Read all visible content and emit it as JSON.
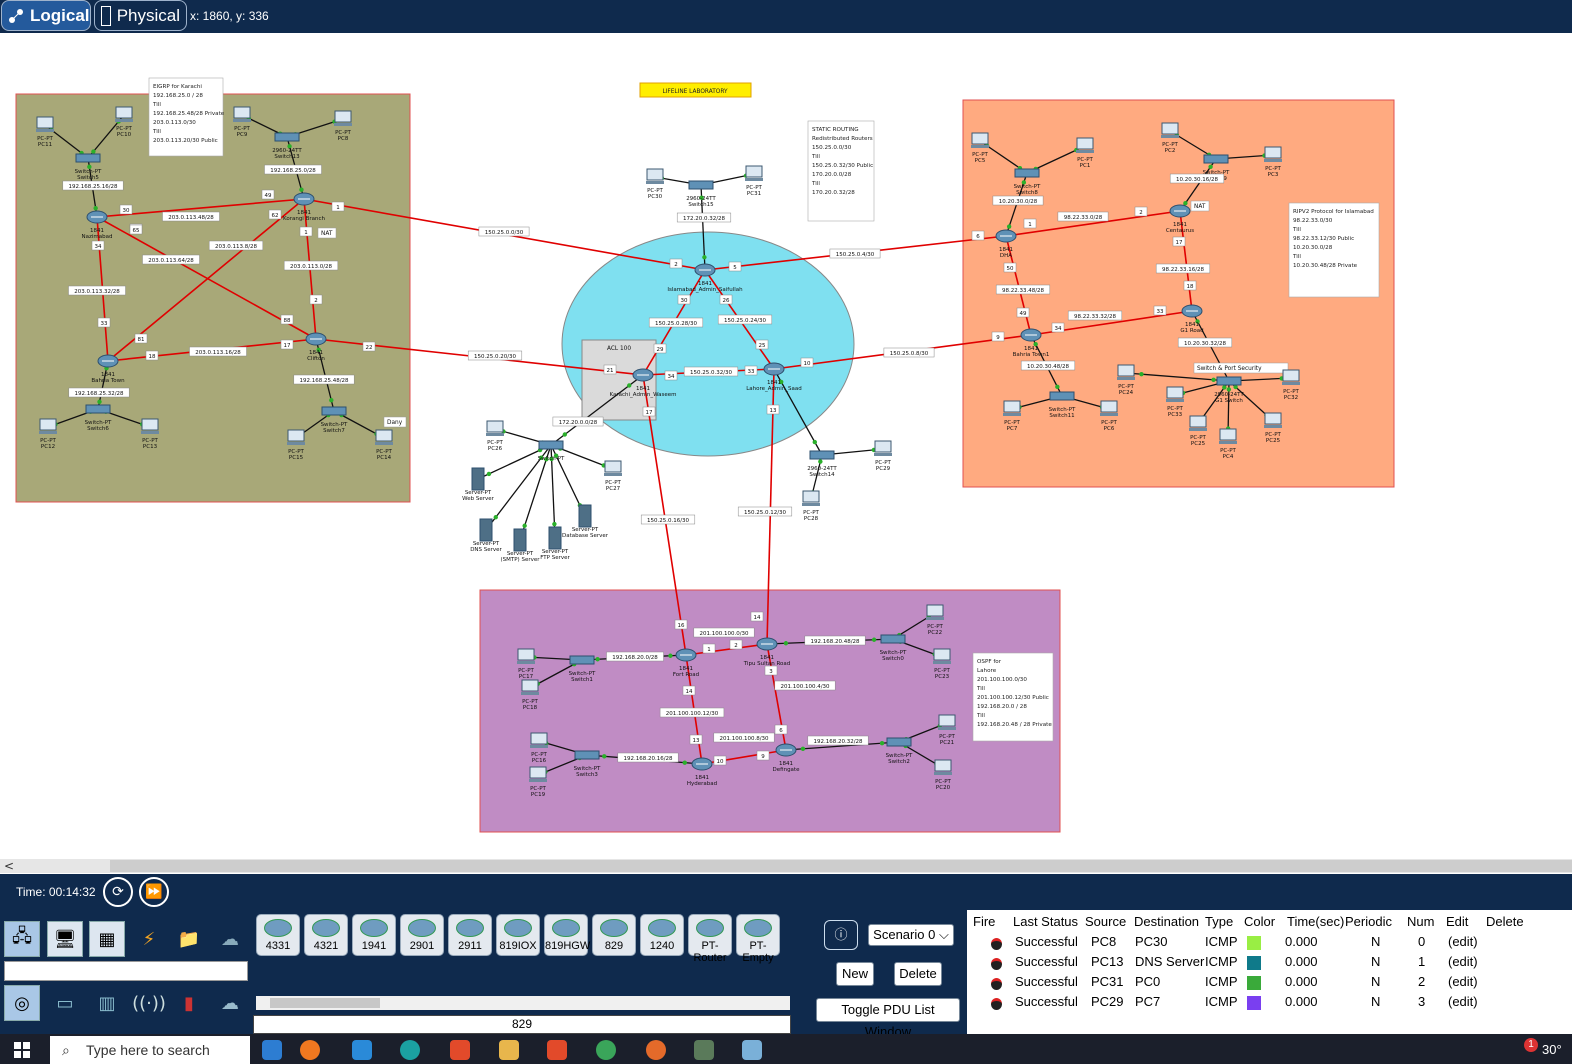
{
  "toolbar": {
    "logical_label": "Logical",
    "physical_label": "Physical",
    "cursor_coords": "x: 1860, y: 336"
  },
  "regions": {
    "karachi_note": [
      "EIGRP for Karachi",
      "192.168.25.0 / 28",
      "Till",
      "192.168.25.48/28 Private",
      "203.0.113.0/30",
      "Till",
      "203.0.113.20/30 Public"
    ],
    "lifeline": "LIFELINE LABORATORY",
    "static_note": [
      "STATIC ROUTING",
      "Redistributed Routers",
      "150.25.0.0/30",
      "Till",
      "150.25.0.32/30 Public",
      "170.20.0.0/28",
      "Till",
      "170.20.0.32/28"
    ],
    "rip_note": [
      "RIPV2 Protocol for  Islamabad",
      "98.22.33.0/30",
      "Till",
      "98.22.33.12/30 Public",
      "10.20.30.0/28",
      "Till",
      "10.20.30.48/28 Private"
    ],
    "ospf_note": [
      "OSPF for",
      " Lahore",
      "201.100.100.0/30",
      "Till",
      "201.100.100.12/30 Public",
      "192.168.20.0 / 28",
      "Till",
      "192.168.20.48  / 28  Private"
    ],
    "acl_label": "ACL 100",
    "nat_label": "NAT",
    "dany_label": "Dany",
    "switch_port_security": "Switch & Port Security"
  },
  "devices": [
    {
      "label": "PC-PT",
      "sub": "PC11",
      "kind": "pc"
    },
    {
      "label": "PC-PT",
      "sub": "PC10",
      "kind": "pc"
    },
    {
      "label": "Switch-PT",
      "sub": "Switch5",
      "kind": "switch"
    },
    {
      "label": "PC-PT",
      "sub": "PC9",
      "kind": "pc"
    },
    {
      "label": "2960-24TT",
      "sub": "Switch13",
      "kind": "switch"
    },
    {
      "label": "PC-PT",
      "sub": "PC8",
      "kind": "pc"
    },
    {
      "label": "1841",
      "sub": "Nazimabad",
      "kind": "router"
    },
    {
      "label": "1841",
      "sub": "Korangi Branch",
      "kind": "router"
    },
    {
      "label": "1841",
      "sub": "Clifton",
      "kind": "router"
    },
    {
      "label": "1841",
      "sub": "Bahria Town",
      "kind": "router"
    },
    {
      "label": "Switch-PT",
      "sub": "Switch6",
      "kind": "switch"
    },
    {
      "label": "PC-PT",
      "sub": "PC12",
      "kind": "pc"
    },
    {
      "label": "PC-PT",
      "sub": "PC13",
      "kind": "pc"
    },
    {
      "label": "Switch-PT",
      "sub": "Switch7",
      "kind": "switch"
    },
    {
      "label": "PC-PT",
      "sub": "PC15",
      "kind": "pc"
    },
    {
      "label": "PC-PT",
      "sub": "PC14",
      "kind": "pc"
    },
    {
      "label": "PC-PT",
      "sub": "PC30",
      "kind": "pc"
    },
    {
      "label": "2960-24TT",
      "sub": "Switch15",
      "kind": "switch"
    },
    {
      "label": "PC-PT",
      "sub": "PC31",
      "kind": "pc"
    },
    {
      "label": "1841",
      "sub": "Islamabad_Admin_Saifullah",
      "kind": "router"
    },
    {
      "label": "1841",
      "sub": "Karachi_Admin_Waseem",
      "kind": "router"
    },
    {
      "label": "1841",
      "sub": "Lahore_Admin_Saad",
      "kind": "router"
    },
    {
      "label": "PC-PT",
      "sub": "PC26",
      "kind": "pc"
    },
    {
      "label": "Switch-PT",
      "sub": "",
      "kind": "switch"
    },
    {
      "label": "PC-PT",
      "sub": "PC27",
      "kind": "pc"
    },
    {
      "label": "Server-PT",
      "sub": "Web Server",
      "kind": "server"
    },
    {
      "label": "Server-PT",
      "sub": "DNS Server",
      "kind": "server"
    },
    {
      "label": "Server-PT",
      "sub": "(SMTP) Server",
      "kind": "server"
    },
    {
      "label": "Server-PT",
      "sub": "FTP Server",
      "kind": "server"
    },
    {
      "label": "Server-PT",
      "sub": "Database Server",
      "kind": "server"
    },
    {
      "label": "2960-24TT",
      "sub": "Switch14",
      "kind": "switch"
    },
    {
      "label": "PC-PT",
      "sub": "PC29",
      "kind": "pc"
    },
    {
      "label": "PC-PT",
      "sub": "PC28",
      "kind": "pc"
    },
    {
      "label": "PC-PT",
      "sub": "PC5",
      "kind": "pc"
    },
    {
      "label": "PC-PT",
      "sub": "PC1",
      "kind": "pc"
    },
    {
      "label": "Switch-PT",
      "sub": "Switch8",
      "kind": "switch"
    },
    {
      "label": "PC-PT",
      "sub": "PC2",
      "kind": "pc"
    },
    {
      "label": "Switch-PT",
      "sub": "Switch9",
      "kind": "switch"
    },
    {
      "label": "PC-PT",
      "sub": "PC3",
      "kind": "pc"
    },
    {
      "label": "1841",
      "sub": "DHA",
      "kind": "router"
    },
    {
      "label": "1841",
      "sub": "Centaurus",
      "kind": "router"
    },
    {
      "label": "1841",
      "sub": "Bahria Town1",
      "kind": "router"
    },
    {
      "label": "1841",
      "sub": "G1 Road",
      "kind": "router"
    },
    {
      "label": "Switch-PT",
      "sub": "Switch11",
      "kind": "switch"
    },
    {
      "label": "PC-PT",
      "sub": "PC7",
      "kind": "pc"
    },
    {
      "label": "PC-PT",
      "sub": "PC6",
      "kind": "pc"
    },
    {
      "label": "PC-PT",
      "sub": "PC24",
      "kind": "pc"
    },
    {
      "label": "2960-24TT",
      "sub": "G1 Switch",
      "kind": "switch"
    },
    {
      "label": "PC-PT",
      "sub": "PC32",
      "kind": "pc"
    },
    {
      "label": "PC-PT",
      "sub": "PC33",
      "kind": "pc"
    },
    {
      "label": "PC-PT",
      "sub": "PC25",
      "kind": "pc"
    },
    {
      "label": "PC-PT",
      "sub": "PC4",
      "kind": "pc"
    },
    {
      "label": "PC-PT",
      "sub": "PC25",
      "kind": "pc"
    },
    {
      "label": "PC-PT",
      "sub": "PC17",
      "kind": "pc"
    },
    {
      "label": "Switch-PT",
      "sub": "Switch1",
      "kind": "switch"
    },
    {
      "label": "PC-PT",
      "sub": "PC18",
      "kind": "pc"
    },
    {
      "label": "1841",
      "sub": "Fort Road",
      "kind": "router"
    },
    {
      "label": "1841",
      "sub": "Tipu Sultan Road",
      "kind": "router"
    },
    {
      "label": "Switch-PT",
      "sub": "Switch0",
      "kind": "switch"
    },
    {
      "label": "PC-PT",
      "sub": "PC22",
      "kind": "pc"
    },
    {
      "label": "PC-PT",
      "sub": "PC23",
      "kind": "pc"
    },
    {
      "label": "PC-PT",
      "sub": "PC16",
      "kind": "pc"
    },
    {
      "label": "Switch-PT",
      "sub": "Switch3",
      "kind": "switch"
    },
    {
      "label": "PC-PT",
      "sub": "PC19",
      "kind": "pc"
    },
    {
      "label": "1841",
      "sub": "Hyderabad",
      "kind": "router"
    },
    {
      "label": "1841",
      "sub": "Defingate",
      "kind": "router"
    },
    {
      "label": "Switch-PT",
      "sub": "Switch2",
      "kind": "switch"
    },
    {
      "label": "PC-PT",
      "sub": "PC21",
      "kind": "pc"
    },
    {
      "label": "PC-PT",
      "sub": "PC20",
      "kind": "pc"
    }
  ],
  "link_labels": [
    "192.168.25.0/28",
    "192.168.25.16/28",
    "203.0.113.48/28",
    "203.0.113.64/28",
    "203.0.113.0/28",
    "203.0.113.32/28",
    "203.0.113.16/28",
    "203.0.113.8/28",
    "192.168.25.32/28",
    "192.168.25.48/28",
    "150.25.0.0/30",
    "150.25.0.20/30",
    "150.25.0.28/30",
    "150.25.0.24/30",
    "150.25.0.32/30",
    "150.25.0.4/30",
    "150.25.0.8/30",
    "172.20.0.32/28",
    "172.20.0.0/28",
    "150.25.0.16/30",
    "150.25.0.12/30",
    "98.22.33.0/28",
    "98.22.33.48/28",
    "98.22.33.16/28",
    "98.22.33.32/28",
    "10.20.30.0/28",
    "10.20.30.16/28",
    "10.20.30.48/28",
    "10.20.30.32/28",
    "192.168.20.0/28",
    "201.100.100.0/30",
    "192.168.20.48/28",
    "201.100.100.12/30",
    "201.100.100.4/30",
    "192.168.20.16/28",
    "201.100.100.8/30",
    "192.168.20.32/28"
  ],
  "port_numbers": [
    "30",
    "50",
    "49",
    "62",
    "65",
    "1",
    "1",
    "34",
    "33",
    "81",
    "18",
    "88",
    "17",
    "2",
    "22",
    "2",
    "5",
    "30",
    "26",
    "29",
    "25",
    "21",
    "34",
    "33",
    "10",
    "17",
    "13",
    "6",
    "1",
    "2",
    "50",
    "17",
    "49",
    "34",
    "9",
    "33",
    "18",
    "16",
    "1",
    "2",
    "14",
    "14",
    "13",
    "10",
    "9",
    "6",
    "3"
  ],
  "simulation": {
    "time_label": "Time: 00:14:32",
    "power_icon": "power-cycle-icon",
    "fast_forward_icon": "fast-forward-icon"
  },
  "device_models": [
    "4331",
    "4321",
    "1941",
    "2901",
    "2911",
    "819IOX",
    "819HGW",
    "829",
    "1240",
    "PT-Router",
    "PT-Empty"
  ],
  "selected_model": "829",
  "scenario": {
    "selected": "Scenario 0",
    "new_label": "New",
    "delete_label": "Delete",
    "toggle_label": "Toggle PDU List Window"
  },
  "pdu_table": {
    "headers": [
      "Fire",
      "Last Status",
      "Source",
      "Destination",
      "Type",
      "Color",
      "Time(sec)",
      "Periodic",
      "Num",
      "Edit",
      "Delete"
    ],
    "rows": [
      {
        "status": "Successful",
        "source": "PC8",
        "destination": "PC30",
        "type": "ICMP",
        "color": "#99ee44",
        "time": "0.000",
        "periodic": "N",
        "num": "0",
        "edit": "(edit)"
      },
      {
        "status": "Successful",
        "source": "PC13",
        "destination": "DNS Server",
        "type": "ICMP",
        "color": "#0f7a8a",
        "time": "0.000",
        "periodic": "N",
        "num": "1",
        "edit": "(edit)"
      },
      {
        "status": "Successful",
        "source": "PC31",
        "destination": "PC0",
        "type": "ICMP",
        "color": "#3aaa3a",
        "time": "0.000",
        "periodic": "N",
        "num": "2",
        "edit": "(edit)"
      },
      {
        "status": "Successful",
        "source": "PC29",
        "destination": "PC7",
        "type": "ICMP",
        "color": "#7a3ff0",
        "time": "0.000",
        "periodic": "N",
        "num": "3",
        "edit": "(edit)"
      }
    ]
  },
  "taskbar": {
    "search_placeholder": "Type here to search",
    "temperature": "30°",
    "notification_count": "1"
  },
  "colors": {
    "karachi_bg": "#a8a878",
    "islamabad_bg": "#ffaa80",
    "lahore_bg": "#c08cc4",
    "core_ellipse": "#7fe0f0",
    "topbar": "#0f2a4d",
    "link_red": "#e00000"
  }
}
